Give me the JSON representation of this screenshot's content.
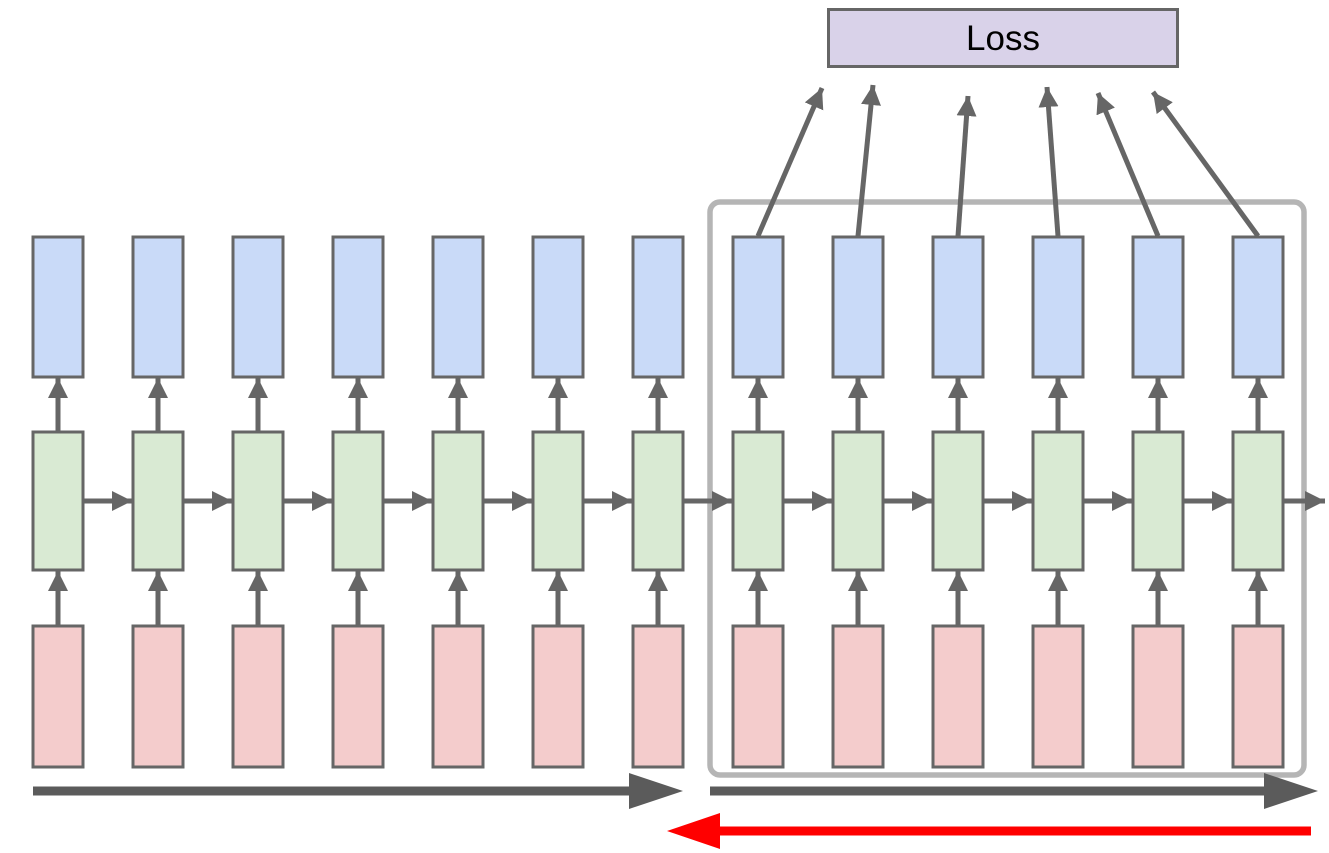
{
  "diagram": {
    "loss_label": "Loss",
    "columns": {
      "total": 13,
      "outside_window": 7,
      "inside_window": 6
    },
    "rows": [
      "output",
      "hidden-state",
      "input"
    ],
    "colors": {
      "output_box_fill": "#c9daf8",
      "hidden_box_fill": "#d9ead3",
      "input_box_fill": "#f4cccc",
      "loss_box_fill": "#d9d2e9",
      "box_border": "#666666",
      "arrow": "#666666",
      "window_outline": "#b5b5b5",
      "forward_sweep_arrow": "#5b5b5b",
      "backward_sweep_arrow": "#ff0000"
    }
  }
}
